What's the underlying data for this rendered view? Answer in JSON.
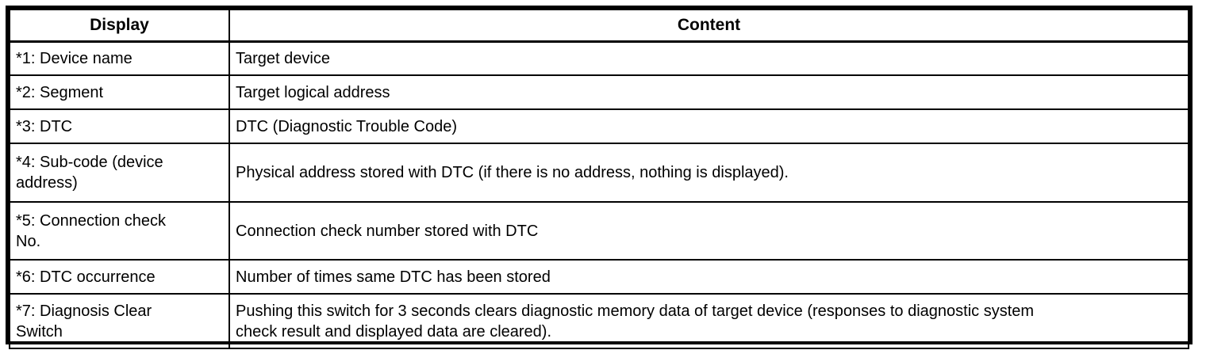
{
  "colors": {
    "border": "#000000",
    "background": "#ffffff",
    "text": "#000000"
  },
  "table": {
    "columns": [
      {
        "label": "Display"
      },
      {
        "label": "Content"
      }
    ],
    "rows": [
      {
        "display": "*1: Device name",
        "content": "Target device"
      },
      {
        "display": "*2: Segment",
        "content": "Target logical address"
      },
      {
        "display": "*3: DTC",
        "content": "DTC (Diagnostic Trouble Code)"
      },
      {
        "display": "*4: Sub-code (device address)",
        "content": "Physical address stored with DTC (if there is no address, nothing is displayed)."
      },
      {
        "display": "*5: Connection check No.",
        "content": "Connection check number stored with DTC"
      },
      {
        "display": "*6: DTC occurrence",
        "content": "Number of times same DTC has been stored"
      },
      {
        "display": "*7: Diagnosis Clear Switch",
        "content": "Pushing this switch for 3 seconds clears diagnostic memory data of target device (responses to diagnostic system check result and displayed data are cleared)."
      }
    ]
  }
}
